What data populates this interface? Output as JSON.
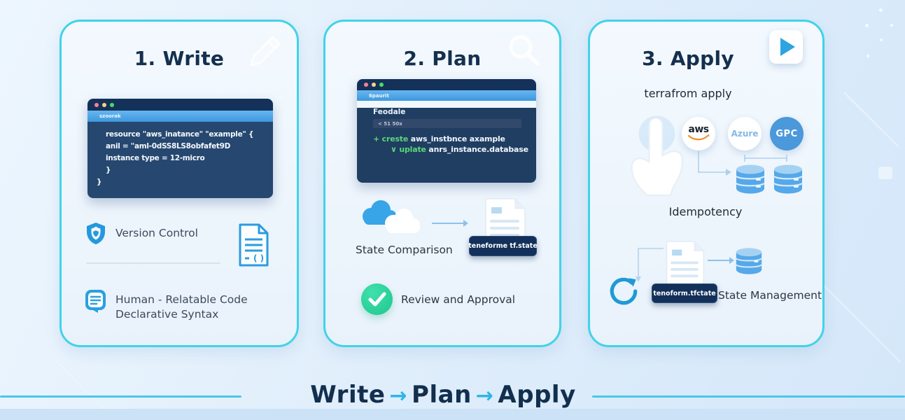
{
  "colors": {
    "card_border": "#41d3e8",
    "navy": "#15304e",
    "icon_blue": "#2598dd",
    "green_check": "#27ce99",
    "code_green": "#59d879",
    "window_navy": "#24466e",
    "tab_blue": "#4aa3e8"
  },
  "cards": [
    {
      "title": "1. Write",
      "window": {
        "tab": "szoorak",
        "lines": [
          "resource \"aws_inatance\" \"example\" {",
          "anil = \"aml-0dSS8LS8obfafet9D",
          "instance type = 12-micro",
          "}",
          "}"
        ]
      },
      "features": {
        "version_control": "Version Control",
        "human_line1": "Human - Relatable Code",
        "human_line2": "Declarative Syntax"
      }
    },
    {
      "title": "2. Plan",
      "window": {
        "tab": "6paurit",
        "header": "Feodale",
        "subbar": "< 51 50x",
        "lines": [
          {
            "accent": "+ creste",
            "text": " aws_instbnce axample"
          },
          {
            "accent": "∨ uplate",
            "text": " anrs_instance.database"
          }
        ]
      },
      "state_comparison": "State Comparison",
      "tfstate_label": "teneforme tf.state",
      "review": "Review and Approval"
    },
    {
      "title": "3. Apply",
      "command": "terrafrom apply",
      "providers": [
        "aws",
        "Azure",
        "GPC"
      ],
      "idempotency": "Idempotency",
      "tfstate_label": "tenoform.tfctate",
      "state_management": "State Management"
    }
  ],
  "footer": {
    "items": [
      "Write",
      "Plan",
      "Apply"
    ],
    "arrow": "→"
  }
}
